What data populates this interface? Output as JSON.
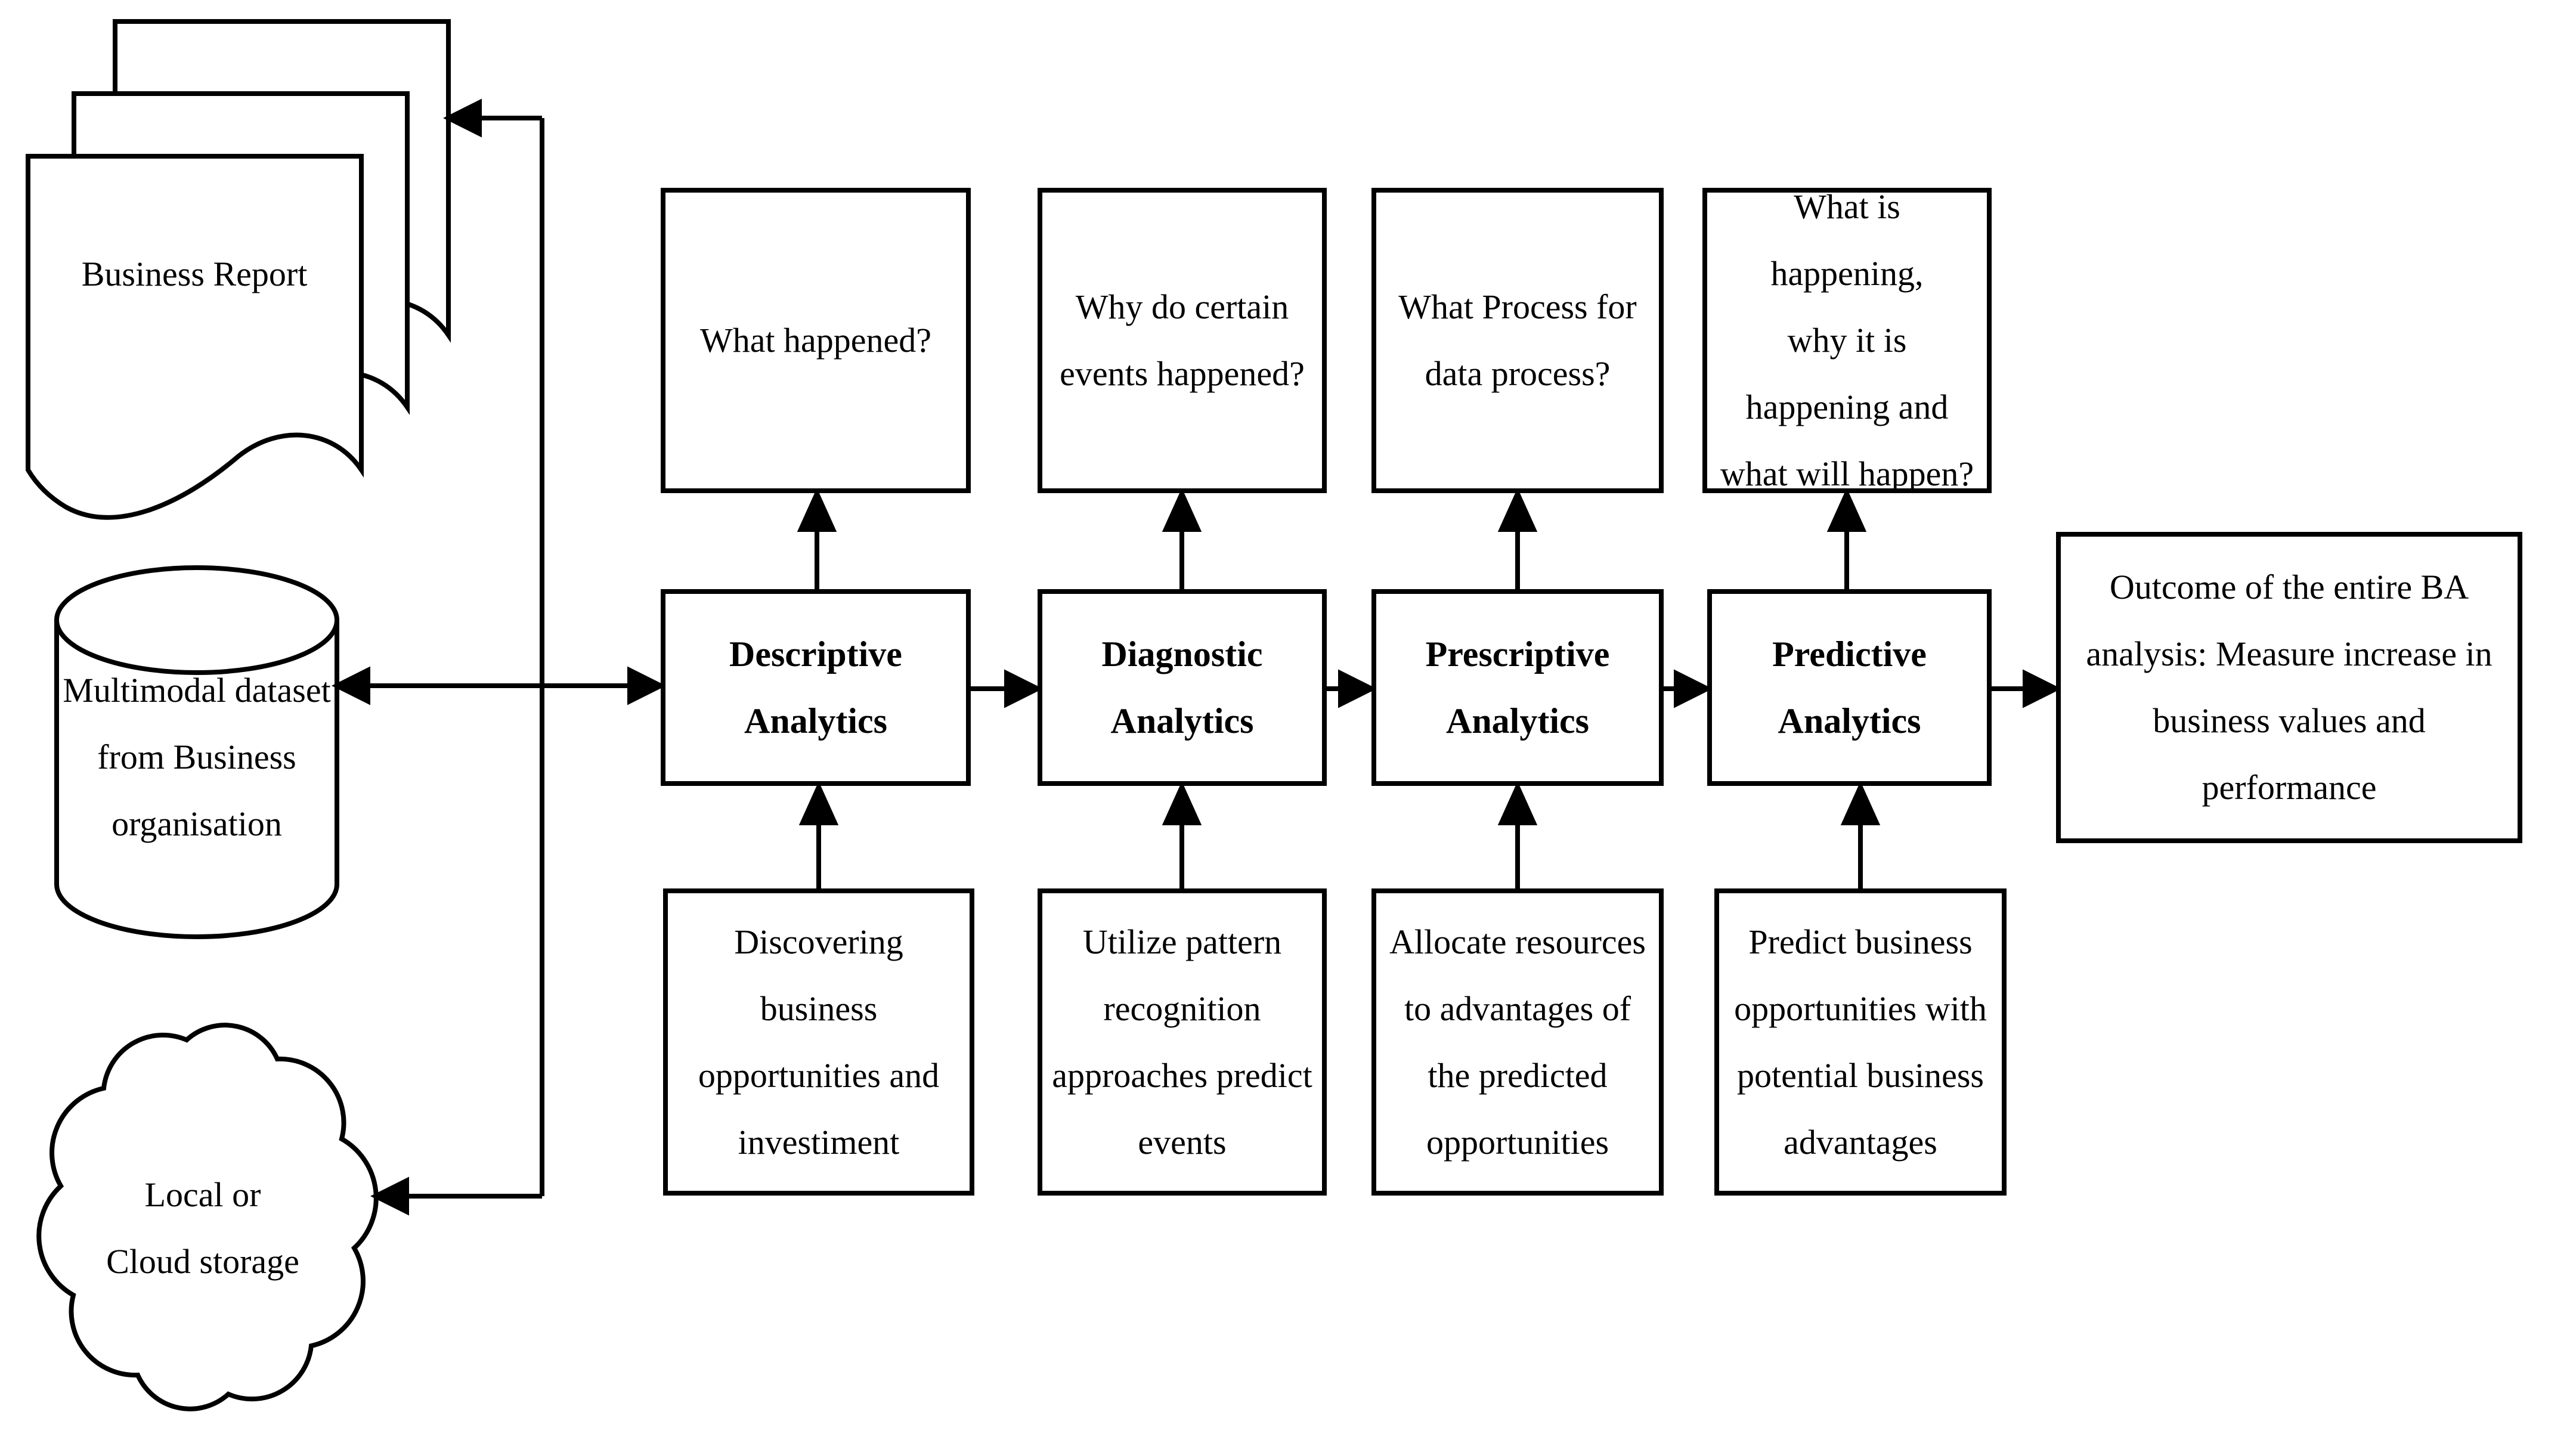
{
  "diagram": {
    "background_color": "#ffffff",
    "line_color": "#000000",
    "sources": {
      "business_report_label": "Business Report",
      "dataset_label": "Multimodal dataset\nfrom Business\norganisation",
      "storage_label": "Local or\nCloud storage"
    },
    "columns": [
      {
        "id": "descriptive",
        "question": "What happened?",
        "stage": "Descriptive\nAnalytics",
        "description": "Discovering\nbusiness\nopportunities and\ninvestiment"
      },
      {
        "id": "diagnostic",
        "question": "Why do certain\nevents happened?",
        "stage": "Diagnostic\nAnalytics",
        "description": "Utilize pattern\nrecognition\napproaches predict\nevents"
      },
      {
        "id": "prescriptive",
        "question": "What Process for\ndata process?",
        "stage": "Prescriptive\nAnalytics",
        "description": "Allocate resources\nto advantages of\nthe predicted\nopportunities"
      },
      {
        "id": "predictive",
        "question": "What is happening,\nwhy it is\nhappening and\nwhat will happen?",
        "stage": "Predictive\nAnalytics",
        "description": "Predict business\nopportunities with\npotential business\nadvantages"
      }
    ],
    "outcome": "Outcome of the entire BA\nanalysis: Measure increase in\nbusiness values and performance"
  }
}
